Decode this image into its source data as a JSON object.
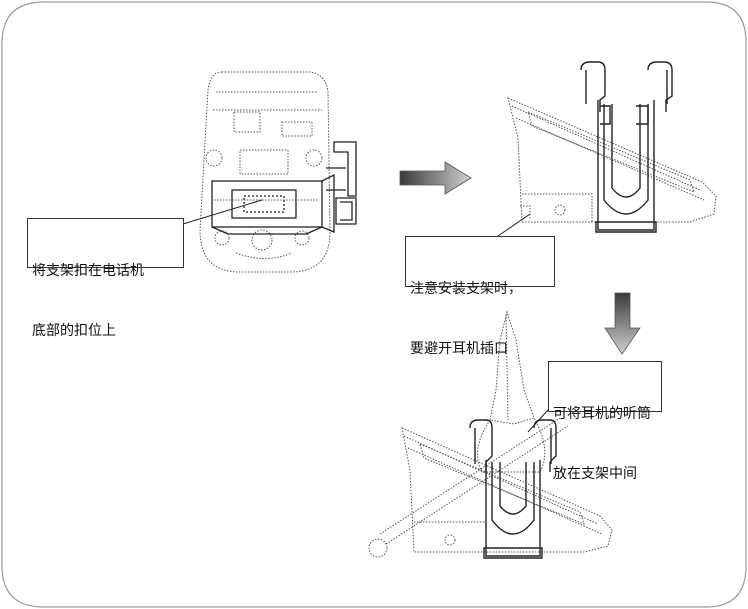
{
  "callouts": {
    "attach": [
      "将支架扣在电话机",
      "底部的扣位上"
    ],
    "avoid": [
      "注意安装支架时，",
      "要避开耳机插口"
    ],
    "handset": [
      "可将耳机的听筒",
      "放在支架中间"
    ]
  },
  "colors": {
    "line": "#222222",
    "dotted": "#555555",
    "arrow_dark": "#444444",
    "arrow_light": "#bbbbbb",
    "frame": "#9a9a9a"
  },
  "icons": [
    "right-arrow-icon",
    "down-arrow-icon"
  ]
}
